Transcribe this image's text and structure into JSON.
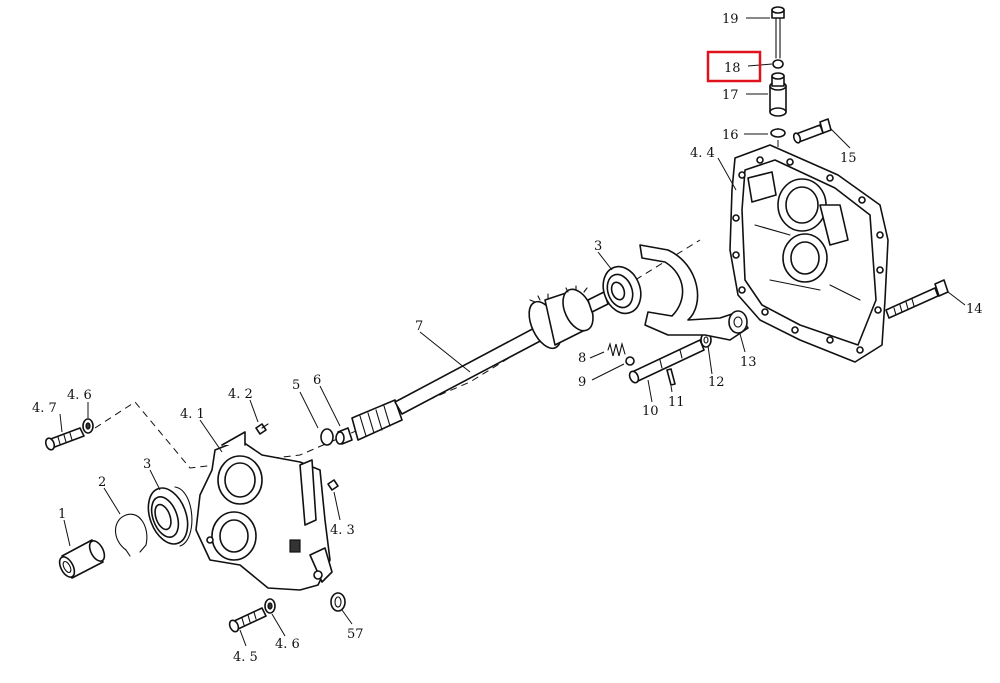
{
  "labels": {
    "p1": "1",
    "p2": "2",
    "p3a": "3",
    "p3b": "3",
    "p4_1": "4. 1",
    "p4_2": "4. 2",
    "p4_3": "4. 3",
    "p4_4": "4. 4",
    "p4_5": "4. 5",
    "p4_6a": "4. 6",
    "p4_6b": "4. 6",
    "p4_7": "4. 7",
    "p5": "5",
    "p6": "6",
    "p7": "7",
    "p8": "8",
    "p9": "9",
    "p10": "10",
    "p11": "11",
    "p12": "12",
    "p13": "13",
    "p14": "14",
    "p15": "15",
    "p16": "16",
    "p17": "17",
    "p18": "18",
    "p19": "19",
    "p57": "57"
  },
  "highlight": {
    "part": "18",
    "color": "#e0121d"
  }
}
